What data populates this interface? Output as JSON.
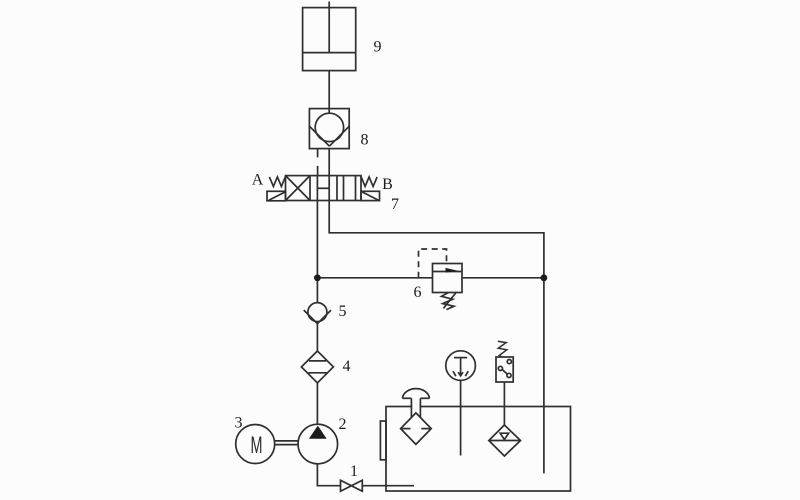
{
  "figure": {
    "type": "hydraulic-circuit-diagram",
    "background": "#fcfcfc",
    "line_color": "#333333",
    "label_color": "#1c1c1c"
  },
  "labels": {
    "cylinder": "9",
    "pilot_check_valve": "8",
    "directional_valve": "7",
    "solenoid_a": "A",
    "solenoid_b": "B",
    "relief_valve": "6",
    "check_valve": "5",
    "filter": "4",
    "motor": "3",
    "pump": "2",
    "shutoff_valve": "1",
    "motor_letter": "M"
  }
}
